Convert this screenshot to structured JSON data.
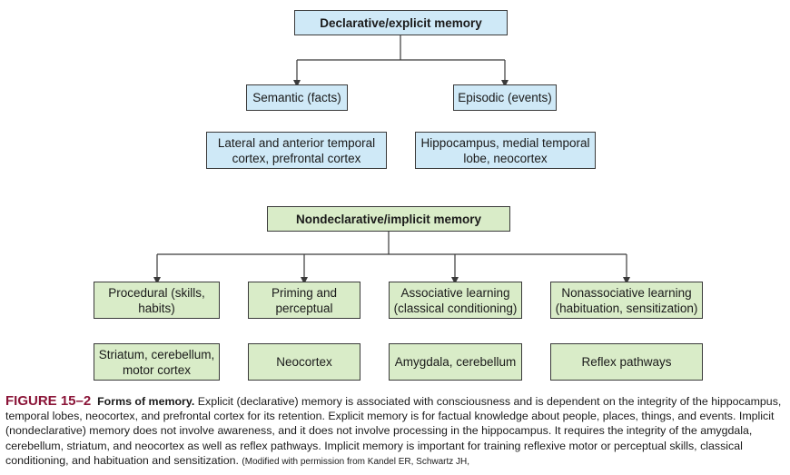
{
  "diagram": {
    "declarative": {
      "title": "Declarative/explicit memory",
      "semantic": "Semantic (facts)",
      "episodic": "Episodic (events)",
      "semantic_region": "Lateral and anterior temporal cortex, prefrontal cortex",
      "episodic_region": "Hippocampus, medial temporal lobe, neocortex"
    },
    "nondeclarative": {
      "title": "Nondeclarative/implicit memory",
      "types": [
        {
          "label": "Procedural (skills, habits)",
          "region": "Striatum, cerebellum, motor cortex"
        },
        {
          "label": "Priming and perceptual",
          "region": "Neocortex"
        },
        {
          "label": "Associative learning (classical conditioning)",
          "region": "Amygdala, cerebellum"
        },
        {
          "label": "Nonassociative learning (habituation, sensitization)",
          "region": "Reflex pathways"
        }
      ]
    },
    "colors": {
      "declarative_box": "#cfe9f7",
      "nondeclarative_box": "#d9ecc8",
      "figure_label": "#8b1538",
      "line": "#3a3a3a"
    }
  },
  "caption": {
    "label": "FIGURE 15–2",
    "title": "Forms of memory.",
    "body": "Explicit (declarative) memory is associated with consciousness and is dependent on the integrity of the hippocampus, temporal lobes, neocortex, and prefrontal cortex for its retention. Explicit memory is for factual knowledge about people, places, things, and events. Implicit (nondeclarative) memory does not involve awareness, and it does not involve processing in the hippocampus. It requires the integrity of the amygdala, cerebellum, striatum, and neocortex as well as reflex pathways. Implicit memory is important for training reflexive motor or perceptual skills, classical conditioning, and habituation and sensitization.",
    "credit": "(Modified with permission from Kandel ER, Schwartz JH,"
  }
}
